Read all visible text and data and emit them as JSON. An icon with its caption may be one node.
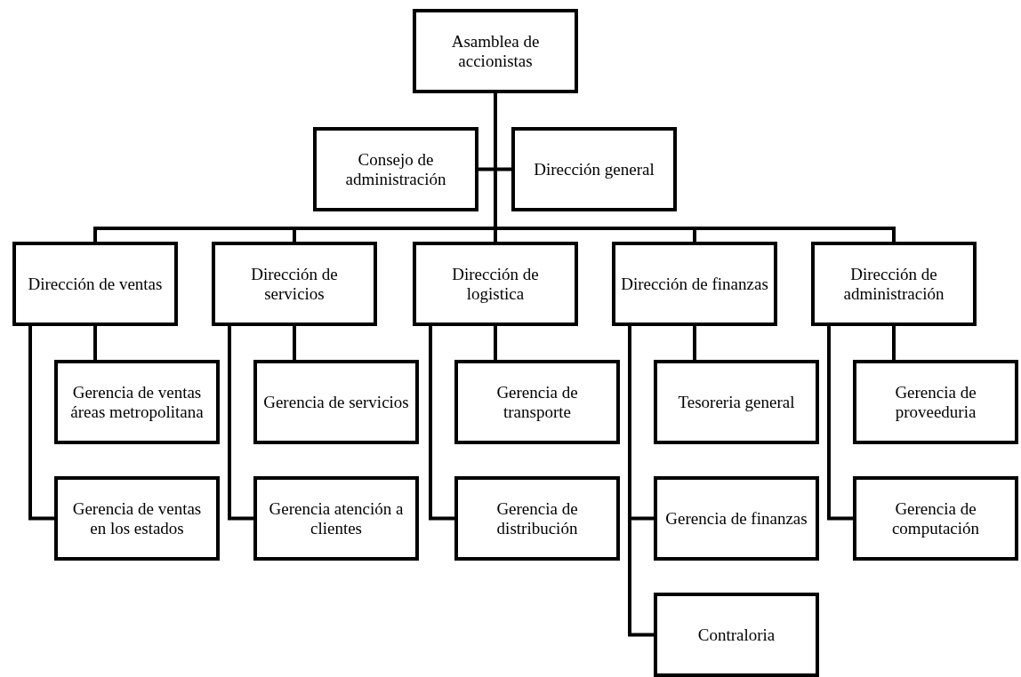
{
  "diagram": {
    "nodes": [
      {
        "text": [
          "Asamblea de accionistas"
        ]
      },
      {
        "text": [
          "Consejo de administración"
        ]
      },
      {
        "text": [
          "Dirección general"
        ]
      },
      {
        "text": [
          "Dirección de ventas"
        ]
      },
      {
        "text": [
          "Dirección de servicios"
        ]
      },
      {
        "text": [
          "Dirección de logistica"
        ]
      },
      {
        "text": [
          "Dirección de finanzas"
        ]
      },
      {
        "text": [
          "Dirección de administración"
        ]
      },
      {
        "text": [
          "Gerencia de ventas áreas metropolitana"
        ]
      },
      {
        "text": [
          "Gerencia de ventas en los estados"
        ]
      },
      {
        "text": [
          "Gerencia de servicios"
        ]
      },
      {
        "text": [
          "Gerencia atención a clientes"
        ]
      },
      {
        "text": [
          "Gerencia de transporte"
        ]
      },
      {
        "text": [
          "Gerencia de distribución"
        ]
      },
      {
        "text": [
          "Tesoreria general"
        ]
      },
      {
        "text": [
          "Gerencia de finanzas"
        ]
      },
      {
        "text": [
          "Contraloria"
        ]
      },
      {
        "text": [
          "Gerencia de proveeduria"
        ]
      },
      {
        "text": [
          "Gerencia de computación"
        ]
      }
    ],
    "edges": [
      {
        "from": 0,
        "to": 1,
        "arrow": "none"
      },
      {
        "from": 0,
        "to": 2,
        "arrow": "none"
      },
      {
        "from": 0,
        "to": 3,
        "arrow": "none"
      },
      {
        "from": 0,
        "to": 4,
        "arrow": "none"
      },
      {
        "from": 0,
        "to": 5,
        "arrow": "none"
      },
      {
        "from": 0,
        "to": 6,
        "arrow": "none"
      },
      {
        "from": 0,
        "to": 7,
        "arrow": "none"
      },
      {
        "from": 3,
        "to": 8,
        "arrow": "none"
      },
      {
        "from": 3,
        "to": 9,
        "arrow": "none"
      },
      {
        "from": 4,
        "to": 10,
        "arrow": "none"
      },
      {
        "from": 4,
        "to": 11,
        "arrow": "none"
      },
      {
        "from": 5,
        "to": 12,
        "arrow": "none"
      },
      {
        "from": 5,
        "to": 13,
        "arrow": "none"
      },
      {
        "from": 6,
        "to": 14,
        "arrow": "none"
      },
      {
        "from": 6,
        "to": 15,
        "arrow": "none"
      },
      {
        "from": 6,
        "to": 16,
        "arrow": "none"
      },
      {
        "from": 7,
        "to": 17,
        "arrow": "none"
      },
      {
        "from": 7,
        "to": 18,
        "arrow": "none"
      }
    ]
  }
}
